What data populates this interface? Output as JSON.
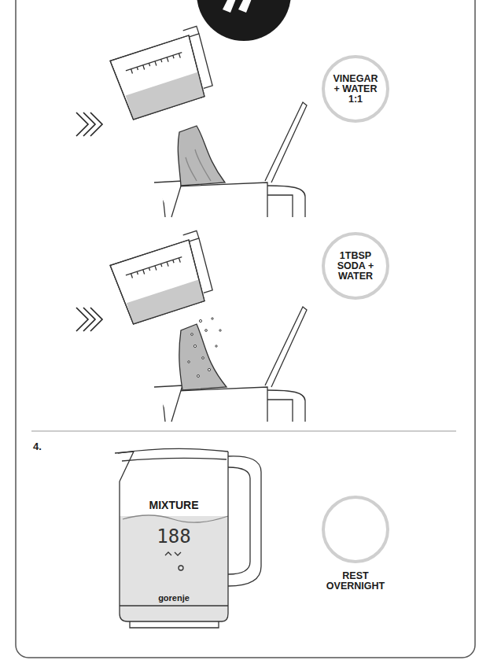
{
  "diagram": {
    "nodes": [
      {
        "text": [
          "VINEGAR + WATER 1:1"
        ]
      },
      {
        "text": [
          "1TBSP SODA + WATER"
        ]
      },
      {
        "text": [
          "REST OVERNIGHT"
        ]
      }
    ],
    "labels": [
      "4.",
      "MIXTURE",
      "188",
      "gorenje"
    ]
  }
}
